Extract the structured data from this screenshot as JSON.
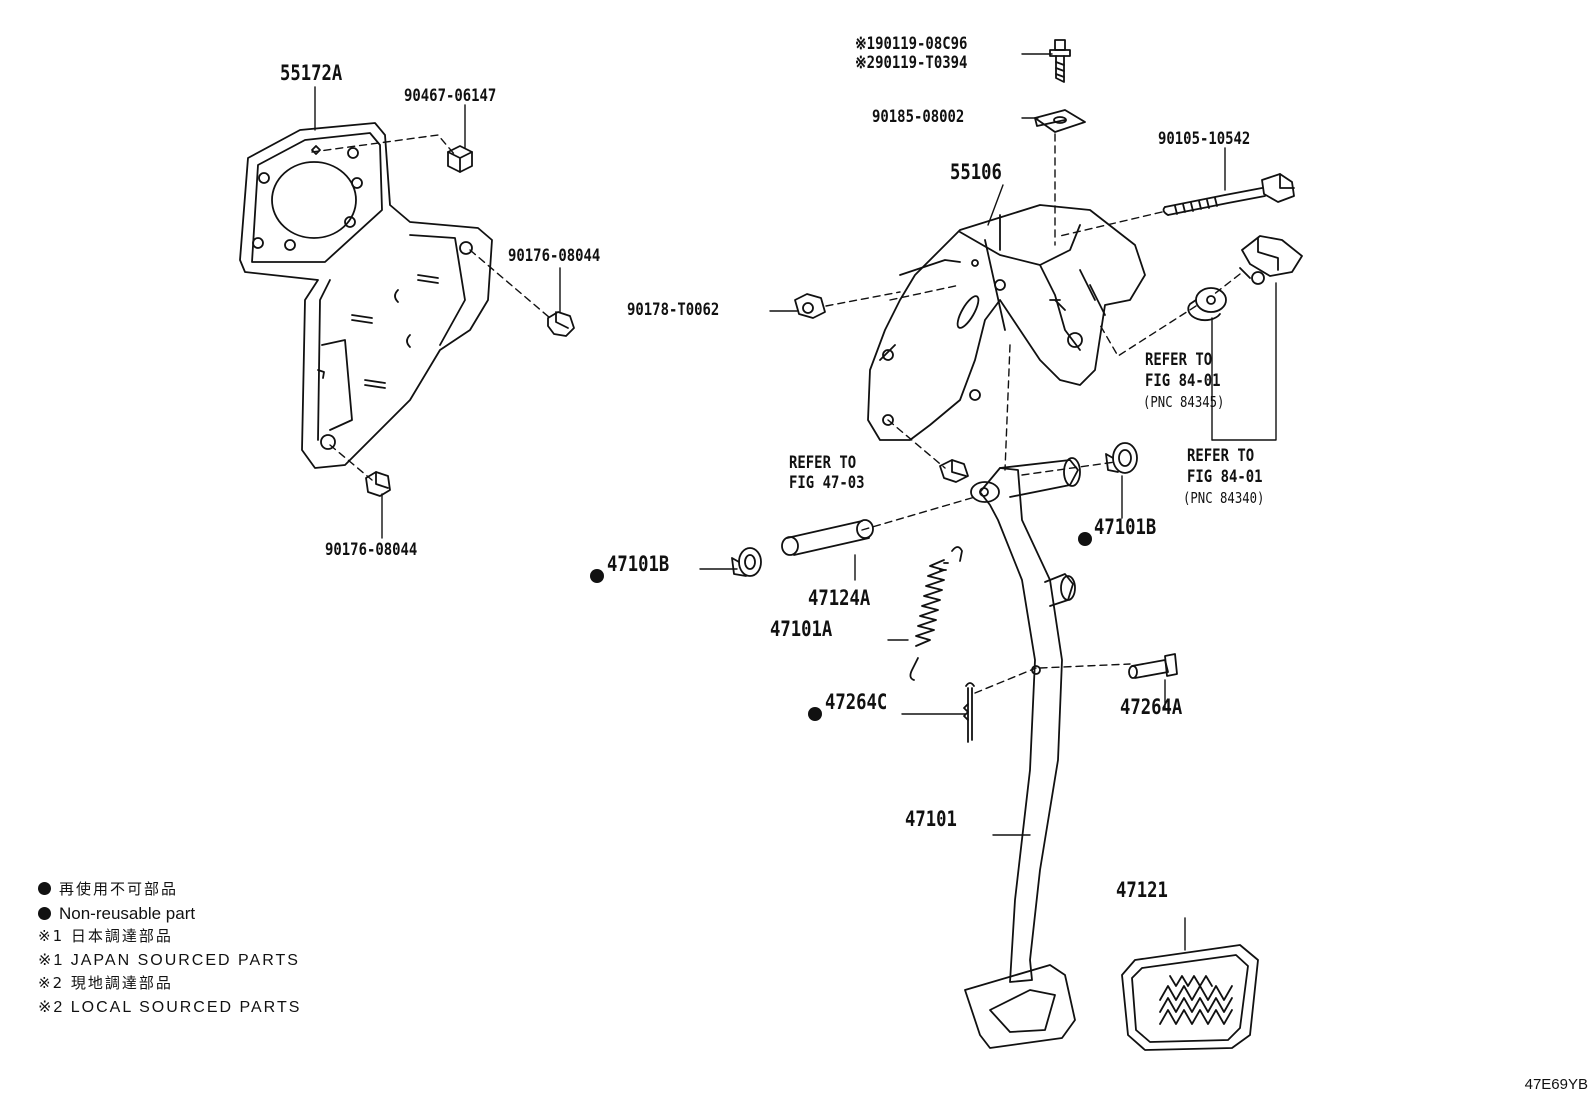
{
  "labels": {
    "bracket_main": "55172A",
    "nut_top": "90467-06147",
    "nut_right": "90176-08044",
    "nut_bottom": "90176-08044",
    "bolt_top_1": "※190119-08C96",
    "bolt_top_2": "※290119-T0394",
    "clip_nut": "90185-08002",
    "support": "55106",
    "bolt_long": "90105-10542",
    "nut_flange": "90178-T0062",
    "refer_84345_1": "REFER TO",
    "refer_84345_2": "FIG 84-01",
    "refer_84345_3": "(PNC 84345)",
    "refer_84340_1": "REFER TO",
    "refer_84340_2": "FIG 84-01",
    "refer_84340_3": "(PNC 84340)",
    "refer_4703_1": "REFER TO",
    "refer_4703_2": "FIG 47-03",
    "bushing_right": "47101B",
    "bushing_left": "47101B",
    "collar": "47124A",
    "spring": "47101A",
    "clip": "47264C",
    "pin": "47264A",
    "pedal_arm": "47101",
    "pad": "47121"
  },
  "legend": {
    "line1": "再使用不可部品",
    "line2": "Non-reusable part",
    "line3": "※1 日本調達部品",
    "line4": "※1 JAPAN SOURCED PARTS",
    "line5": "※2 現地調達部品",
    "line6": "※2 LOCAL SOURCED PARTS"
  },
  "figure_id": "47E69YB"
}
